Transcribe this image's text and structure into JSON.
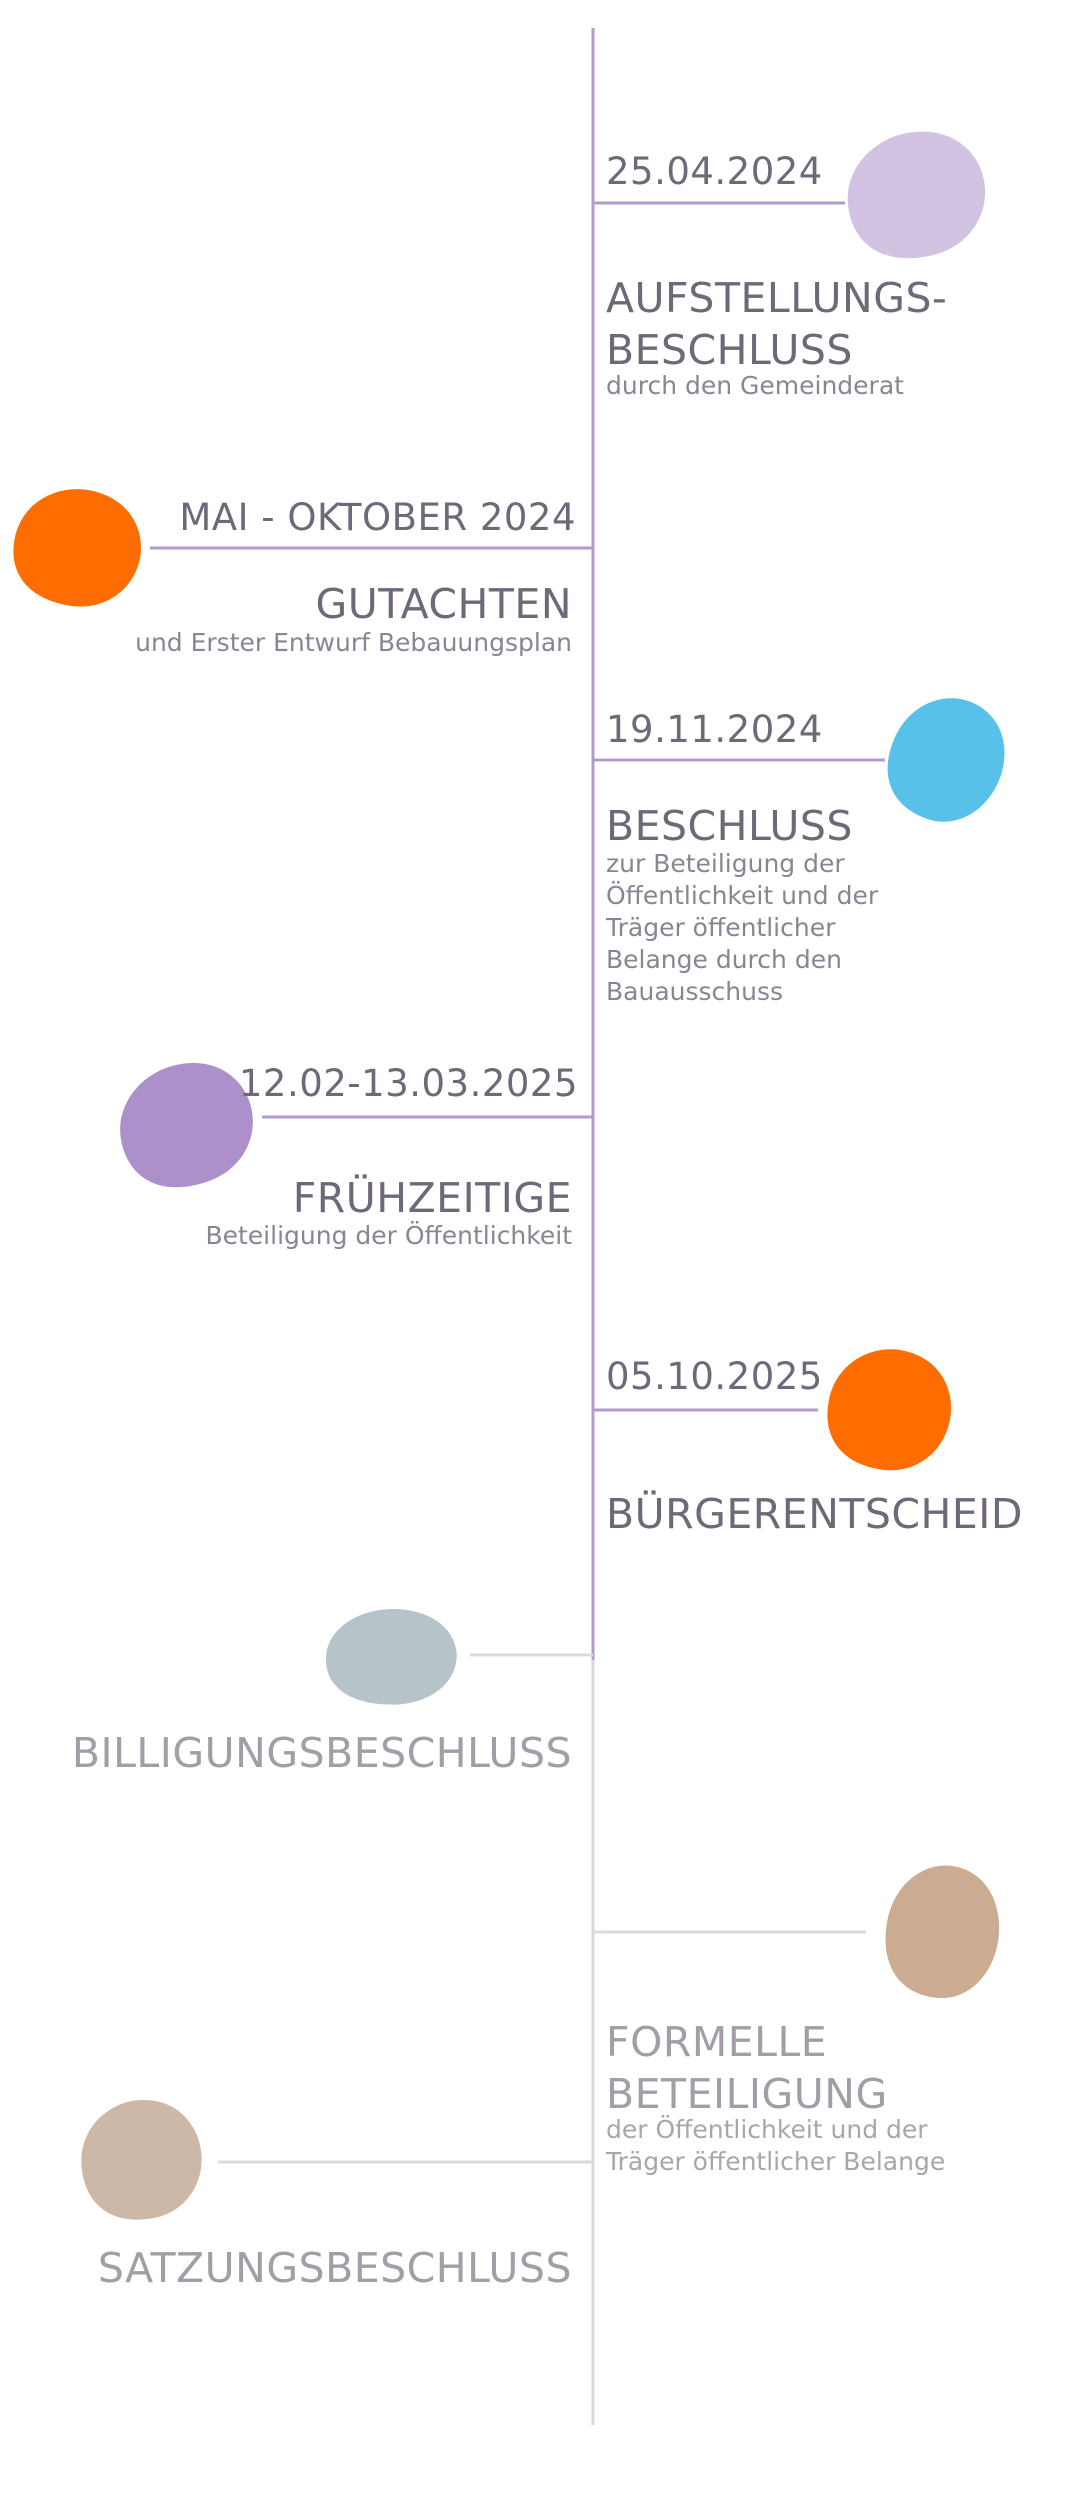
{
  "colors": {
    "axis_done": "#b19ccb",
    "axis_future": "#d9d6dc",
    "connector_done": "#b19ccb",
    "connector_future": "#dcdadf",
    "text_done": "#6f6878",
    "text_future": "#a29da6"
  },
  "events": [
    {
      "date": "25.04.2024",
      "title": "AUFSTELLUNGS-\nBESCHLUSS",
      "subtitle": "durch den Gemeinderat",
      "blob_color": "#d2c3e3",
      "status": "done"
    },
    {
      "date": "MAI - OKTOBER 2024",
      "title": "GUTACHTEN",
      "subtitle": "und Erster Entwurf Bebauungsplan",
      "blob_color": "#ff6d00",
      "status": "done"
    },
    {
      "date": "19.11.2024",
      "title": "BESCHLUSS",
      "subtitle": "zur Beteiligung der\nÖffentlichkeit und der\nTräger öffentlicher\nBelange durch den\nBauausschuss",
      "blob_color": "#57c1ea",
      "status": "done"
    },
    {
      "date": "12.02-13.03.2025",
      "title": "FRÜHZEITIGE",
      "subtitle": "Beteiligung der Öffentlichkeit",
      "blob_color": "#ad90ca",
      "status": "done"
    },
    {
      "date": "05.10.2025",
      "title": "BÜRGERENTSCHEID",
      "subtitle": "",
      "blob_color": "#ff6d00",
      "status": "done"
    },
    {
      "date": "",
      "title": "BILLIGUNGSBESCHLUSS",
      "subtitle": "",
      "blob_color": "#b6c4ca",
      "status": "future"
    },
    {
      "date": "",
      "title": "FORMELLE\nBETEILIGUNG",
      "subtitle": "der Öffentlichkeit und der\nTräger öffentlicher Belange",
      "blob_color": "#ccac91",
      "status": "future"
    },
    {
      "date": "",
      "title": "SATZUNGSBESCHLUSS",
      "subtitle": "",
      "blob_color": "#cdb8a7",
      "status": "future"
    }
  ]
}
